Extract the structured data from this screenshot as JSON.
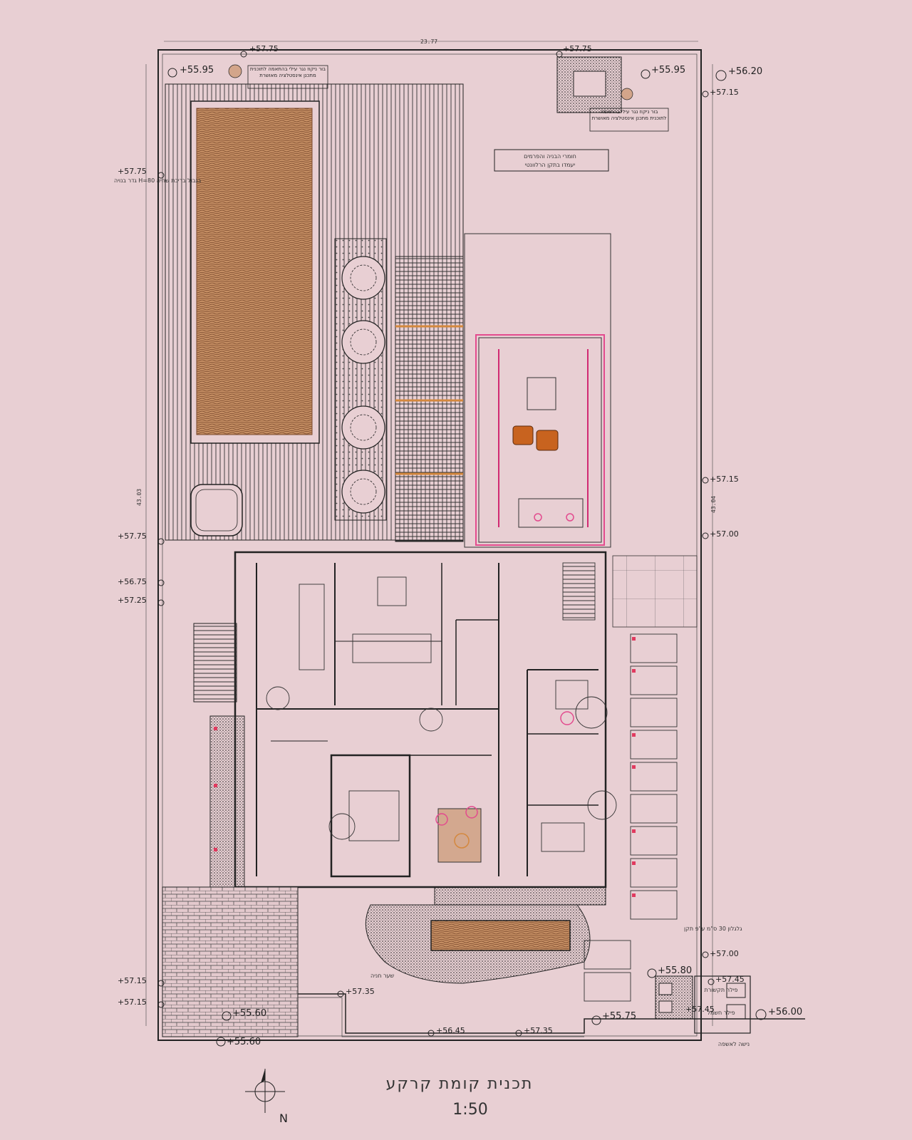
{
  "drawing": {
    "title": "תכנית קומת קרקע",
    "scale": "1:50",
    "north_label": "N",
    "dim_top": "23.77",
    "dim_left": "43.03",
    "dim_right": "43.04"
  },
  "levels": {
    "tl_pit": "+55.95",
    "top_fence_left": "+57.75",
    "top_fence_right": "+57.75",
    "tr_pit": "+55.95",
    "tr_corner": "+56.20",
    "right_fence_top": "+57.15",
    "left_upper": "+57.75",
    "left_mid": "+57.75",
    "left_a": "+56.75",
    "left_b": "+57.25",
    "right_mid": "+57.15",
    "right_low": "+57.00",
    "right_gate": "+57.00",
    "right_entry": "+55.80",
    "bin_top": "+57.45",
    "bin_mid": "+57.45",
    "far_right": "+56.00",
    "drive": "+55.75",
    "bottom_left_a": "+57.15",
    "bottom_left_b": "+57.15",
    "bottom_mid": "+57.35",
    "bottom_a": "+56.45",
    "bottom_b": "+57.35",
    "bl_gate": "+55.60",
    "bl_corner": "+55.60"
  },
  "notes": {
    "pit_left": "בור ניקוז נגר עילי בהתאמה לתוכנית מתכנן אינסטלציה מאושרת",
    "pit_right": "בור ניקוז נגר עילי בהתאמה לתוכנית מתכנן אינסטלציה מאושרת",
    "fence_note": "גדר בנויה H=80 בגבול בריכת שחיה",
    "materials_box_1": "חומרי הבניה והפרמים",
    "materials_box_2": "יעמדו בתקן הרלוונטי",
    "bin_label": "פילר חשמל",
    "gas_label": "פילר תקשורת",
    "waste_label": "נישה לאשפה",
    "gate_note": "שער חניה",
    "cobbles_note": "גלגלון 30 ס\"מ ע\"פ תקן"
  }
}
